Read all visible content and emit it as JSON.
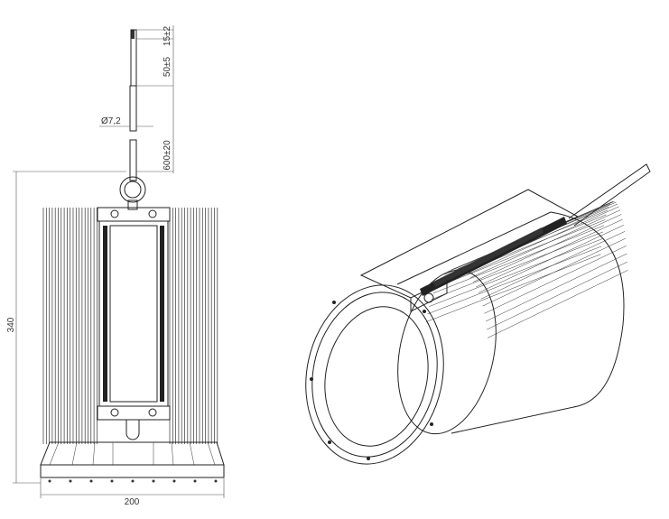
{
  "dimensions": {
    "cable_top": "15±2",
    "cable_sleeve": "50±5",
    "cable_diameter": "Ø7,2",
    "cable_length": "600±20",
    "height": "340",
    "width": "200"
  }
}
